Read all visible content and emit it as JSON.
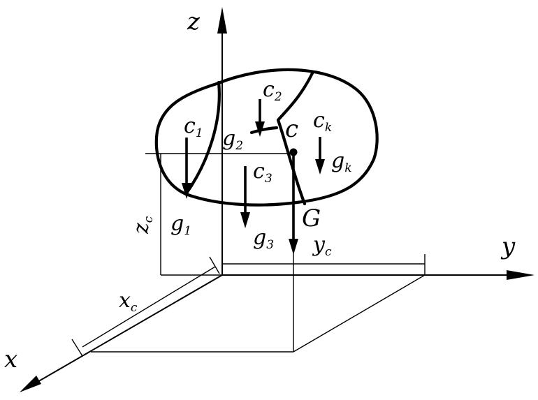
{
  "axes": {
    "x": "x",
    "y": "y",
    "z": "z"
  },
  "dimensions": {
    "xc": {
      "main": "x",
      "sub": "c"
    },
    "yc": {
      "main": "y",
      "sub": "c"
    },
    "zc": {
      "main": "z",
      "sub": "c"
    }
  },
  "centers": {
    "c1": {
      "main": "c",
      "sub": "1"
    },
    "c2": {
      "main": "c",
      "sub": "2"
    },
    "c3": {
      "main": "c",
      "sub": "3"
    },
    "ck": {
      "main": "c",
      "sub": "k"
    },
    "c": "c"
  },
  "forces": {
    "g1": {
      "main": "g",
      "sub": "1"
    },
    "g2": {
      "main": "g",
      "sub": "2"
    },
    "g3": {
      "main": "g",
      "sub": "3"
    },
    "gk": {
      "main": "g",
      "sub": "k"
    },
    "G": "G"
  }
}
